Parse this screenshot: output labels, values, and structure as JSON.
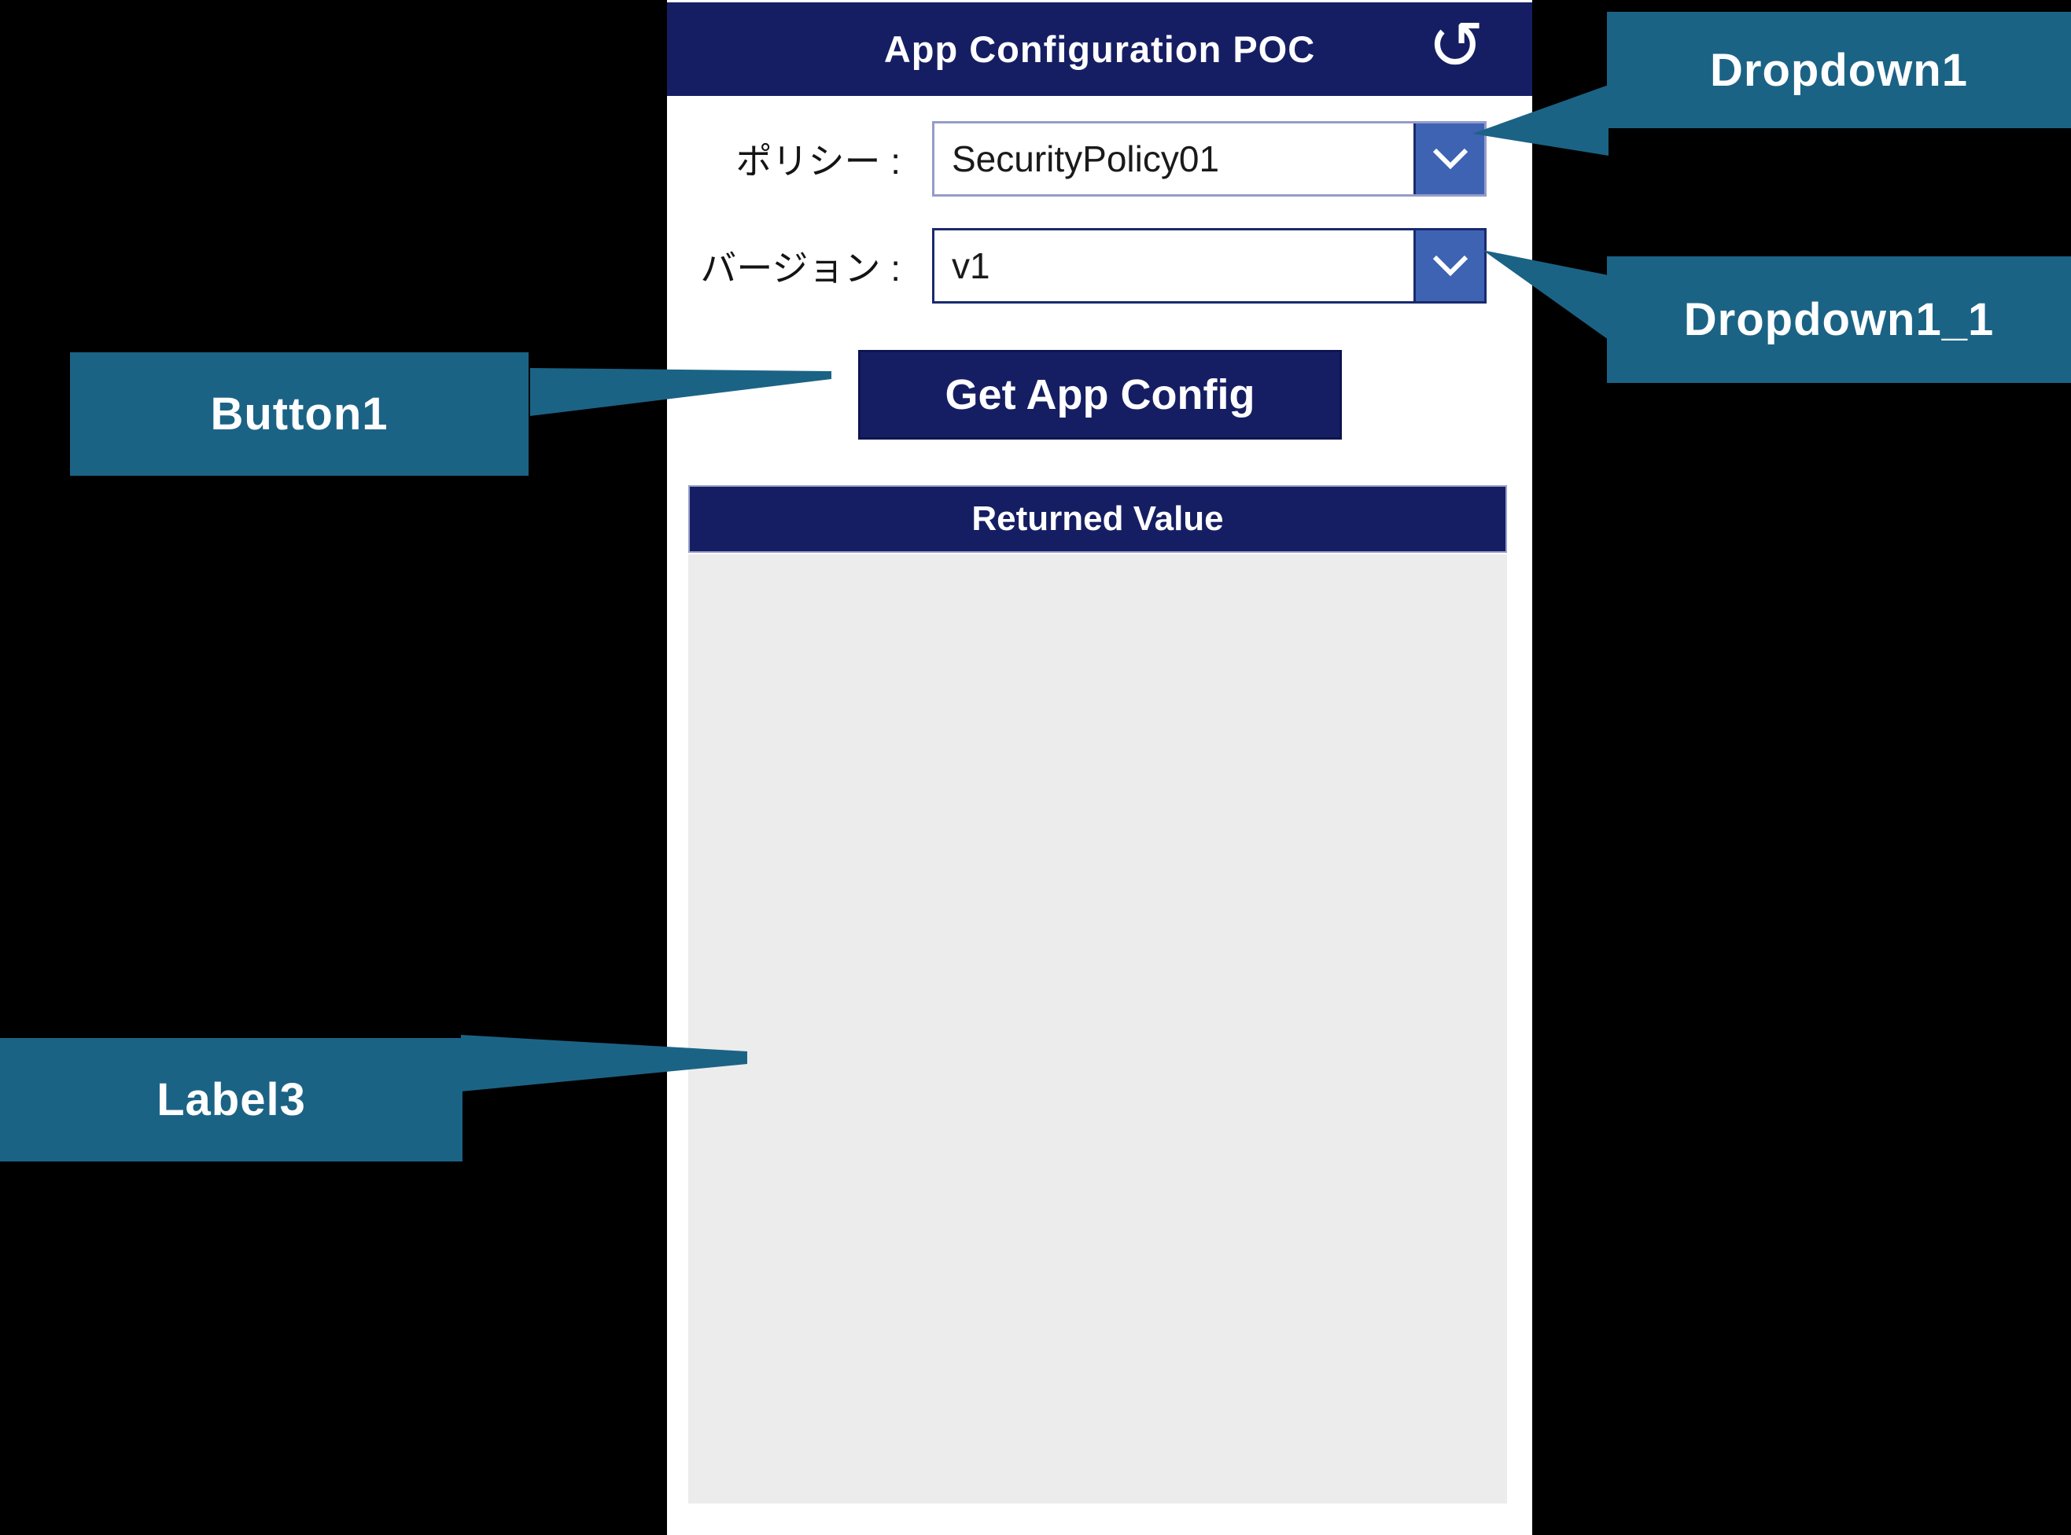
{
  "app": {
    "title": "App Configuration POC",
    "refresh_glyph": "↺",
    "fields": [
      {
        "label": "ポリシー :",
        "value": "SecurityPolicy01",
        "control": "dropdown"
      },
      {
        "label": "バージョン :",
        "value": "v1",
        "control": "dropdown"
      }
    ],
    "get_config_button_label": "Get App Config",
    "returned_value": {
      "header": "Returned Value",
      "content": ""
    }
  },
  "annotations": {
    "dropdown1": "Dropdown1",
    "dropdown1_1": "Dropdown1_1",
    "button1": "Button1",
    "label3": "Label3"
  },
  "colors": {
    "navy": "#161E63",
    "chevron_blue": "#3E63B3",
    "dropdown_border": "#1A2A6E",
    "dropdown_border_light": "#959CC9",
    "callout_teal": "#1B6385",
    "area_gray": "#ECECEC",
    "canvas_black": "#000000",
    "panel_white": "#FFFFFF"
  }
}
